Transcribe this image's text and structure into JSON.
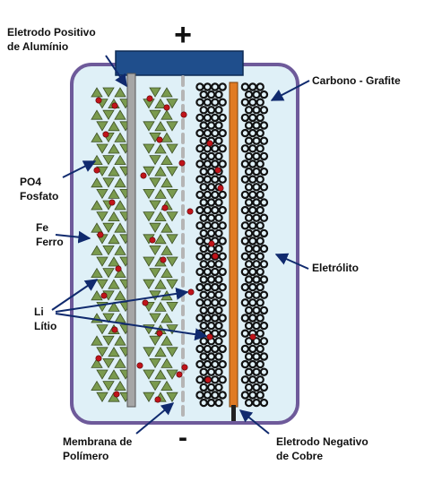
{
  "labels": {
    "positive_electrode": [
      "Eletrodo Positivo",
      "de Alumínio"
    ],
    "carbon": "Carbono - Grafite",
    "po4": [
      "PO4",
      "Fosfato"
    ],
    "fe": [
      "Fe",
      "Ferro"
    ],
    "electrolyte": "Eletrólito",
    "li": [
      "Li",
      "Lítio"
    ],
    "membrane": [
      "Membrana de",
      "Polímero"
    ],
    "negative_electrode": [
      "Eletrodo Negativo",
      "de Cobre"
    ],
    "plus_sign": "+",
    "minus_sign": "-"
  },
  "colors": {
    "cell_border": "#6e5a9a",
    "electrolyte_fill": "#dff0f7",
    "cap": "#1f4e8c",
    "aluminum": "#a6a6a6",
    "copper": "#e07b24",
    "crystal_green": "#7a9a4e",
    "crystal_dark": "#3c4f23",
    "lithium_red": "#c0141a",
    "membrane_dash": "#b5b5b5",
    "graphite": "#111111",
    "arrow": "#102a6e"
  }
}
